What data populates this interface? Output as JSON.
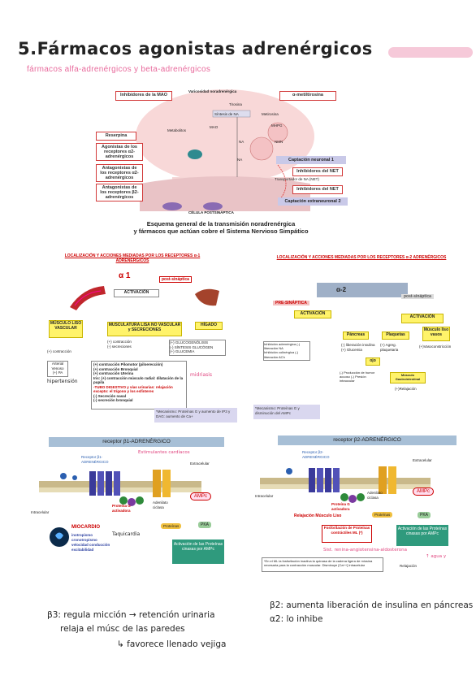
{
  "header": {
    "title": "5.Fármacos agonistas adrenérgicos",
    "subtitle": "fármacos alfa-adrenérgicos y beta-adrenérgicos"
  },
  "fig1": {
    "top_label": "Varicosidad noradrenérgica",
    "boxes_left": [
      "Inhibidores de la MAO",
      "Reserpina",
      "Agonistas de los receptores α2-adrenérgicos",
      "Antagonistas de los receptores α2-adrenérgicos",
      "Antagonistas de los receptores β2-adrenérgicos"
    ],
    "boxes_right": [
      "α-metiltirosina",
      "Captación neuronal 1",
      "Inhibidores del NET",
      "Inhibidores del NET",
      "Captación extraneuronal 2"
    ],
    "inner_labels": [
      "Tirosina",
      "Síntesis de NA",
      "Metirosina",
      "MAO",
      "NA",
      "NA",
      "Metabolitos",
      "MHPG",
      "NMN",
      "Transportador de NA (NET)",
      "CÉLULA POSTSINÁPTICA"
    ],
    "caption_line1": "Esquema general de la transmisión noradrenérgica",
    "caption_line2": "y fármacos que actúan cobre el Sistema Nervioso Simpático"
  },
  "fig2": {
    "header": "LOCALIZACIÓN Y ACCIONES MEDIADAS POR LOS RECEPTORES α-1 ADRENÉRGICOS",
    "receptor": "α 1",
    "post": "post-sináptica",
    "activacion": "ACTIVACIÓN",
    "col1": "MÚSCULO LISO VASCULAR",
    "col2": "MUSCULATURA LISA NO VASCULAR y SECRECIONES",
    "col3": "HÍGADO",
    "contraccion": "(+) contracción",
    "contraccion_sec": "(+) contracción\n(-) secreciones",
    "higado": "(+) GLUCOGENÓLISIS\n(-) SÍNTESIS GLUCÓGEN\n(+) GLUCEMIA",
    "vasos": "Arterial\nVenoso\n(+) PA",
    "hipertension": "hipertensión",
    "effects": [
      "(+) contracción Pilomotor (piloerección)",
      "(+) contracción Bronquial",
      "(+) contracción Uterina",
      "Iris: (+) contracción músculo radial: dilatación de la pupila",
      "-TUBO DIGESTIVO y vías urinarias: relajación excepto: el trígono y los esfínteres",
      "(-) Secreción nasal",
      "(-) secreción bronquial"
    ],
    "midriasis": "midriasis",
    "mecanismo": "*Mecanismo: Proteínas G y aumento de IP3 y DAG: aumento de Ca+"
  },
  "fig3": {
    "header": "LOCALIZACIÓN Y ACCIONES MEDIADAS POR LOS RECEPTORES α-2 ADRENÉRGICOS",
    "receptor": "α-2",
    "pre": "PRE-SINÁPTICA",
    "post": "post-sináptica",
    "activacion": "ACTIVACIÓN",
    "pre_effects": "Inhibición adrenérgica (-)\nliberación NA\nInhibición colinérgica (-)\nliberación ACh",
    "cols": [
      "Páncreas",
      "Plaquetas",
      "Músculo liso vasos"
    ],
    "pancreas": "(-) liberación insulina\n(+) Glucemia",
    "plaquetas": "(+) Agreg. plaquetaria",
    "musculo": "(+)Vasoconstricción",
    "ojo": "ojo",
    "ojo_fx": "(-) Producción de humor acuoso\n(-) Presión intraocular",
    "gi": "Músculo Gastrointestinal",
    "relajacion": "(+)Relajación",
    "mecanismo": "*Mecanismo: Proteínas G y disminución del AMPc"
  },
  "fig4": {
    "title": "receptor β1-ADRENÉRGICO",
    "estim": "Estimulantes cardíacos",
    "extracelular": "Extracelular",
    "intracelular": "Intracelular",
    "receptor": "Receptor β1-ADRENÉRGICO",
    "proteina": "Proteína G activadora",
    "adenilato": "Adenilato ciclasa",
    "ampc": "AMPc",
    "proteinas": "Proteínas",
    "pka": "PKA",
    "miocardio": "MIOCARDIO",
    "effects": [
      "inotropismo",
      "cronotropismo",
      "velocidad conducción",
      "excitabilidad"
    ],
    "taquicardia": "Taquicardia",
    "activacion": "Activación de las Proteínas cinasas por AMPc"
  },
  "fig5": {
    "title": "receptor β2-ADRENÉRGICO",
    "extracelular": "Extracelular",
    "intracelular": "Intracelular",
    "receptor": "Receptor β2-ADRENÉRGICO",
    "proteina": "Proteína G activadora",
    "adenilato": "Adenilato ciclasa",
    "ampc": "AMPc",
    "relajacion": "Relajación Músculo Liso",
    "proteinas": "Proteínas",
    "pka": "PKA",
    "fosfo": "Fosforilación de Proteínas contráctiles ML (*)",
    "activacion": "Activación de las Proteínas cinasas por AMPc",
    "pink1": "Sist. renina-angiotensina-aldosterona",
    "pink2": "↑ agua y",
    "note": "*En el ML la fosforilación inactiva la quinasa de la cadena ligera de miosina necesaria para la contracción muscular. Disminuye [Ca++] intracelular",
    "relaj": "Relajación"
  },
  "notes": {
    "b2": "β2: aumenta liberación de insulina en páncreas",
    "a2": "α2: lo inhibe",
    "b3_1": "β3: regula micción → retención urinaria",
    "b3_2": "relaja el músc de las paredes",
    "b3_3": "↳ favorece llenado vejiga"
  }
}
